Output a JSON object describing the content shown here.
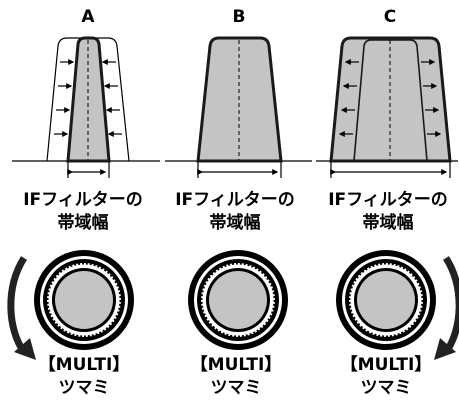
{
  "panels": [
    {
      "id": "A",
      "letter": "A",
      "caption_line1": "IFフィルターの",
      "caption_line2": "帯域幅",
      "knob_line1": "【MULTI】",
      "knob_line2": "ツマミ",
      "rotation": "counterclockwise"
    },
    {
      "id": "B",
      "letter": "B",
      "caption_line1": "IFフィルターの",
      "caption_line2": "帯域幅",
      "knob_line1": "【MULTI】",
      "knob_line2": "ツマミ",
      "rotation": "none"
    },
    {
      "id": "C",
      "letter": "C",
      "caption_line1": "IFフィルターの",
      "caption_line2": "帯域幅",
      "knob_line1": "【MULTI】",
      "knob_line2": "ツマミ",
      "rotation": "clockwise"
    }
  ],
  "colors": {
    "fill": "#c4c4c4",
    "outline": "#1a1a1a",
    "background": "#ffffff"
  }
}
